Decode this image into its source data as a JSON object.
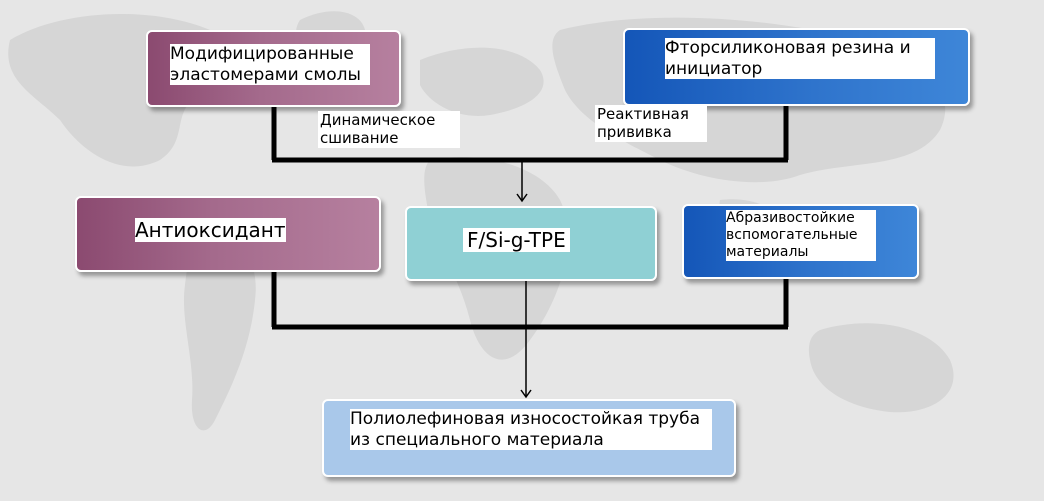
{
  "diagram": {
    "boxes": {
      "modified_elastomers": "Модифицированные эластомерами смолы",
      "fluorosilicone": "Фторсиликоновая резина и инициатор",
      "antioxidant": "Антиоксидант",
      "fsi_tpe": "F/Si-g-TPE",
      "abrasion_aux": "Абразивостойкие вспомогательные материалы",
      "polyolefin_pipe": "Полиолефиновая износостойкая труба из специального материала"
    },
    "edge_labels": {
      "dynamic_crosslinking": "Динамическое сшивание",
      "reactive_grafting": "Реактивная прививка"
    }
  },
  "colors": {
    "purple": "#9a5a80",
    "blue": "#1f63c0",
    "teal": "#8fd0d4",
    "light_blue": "#a9c8ea",
    "connector": "#000000",
    "background": "#e6e6e6"
  }
}
